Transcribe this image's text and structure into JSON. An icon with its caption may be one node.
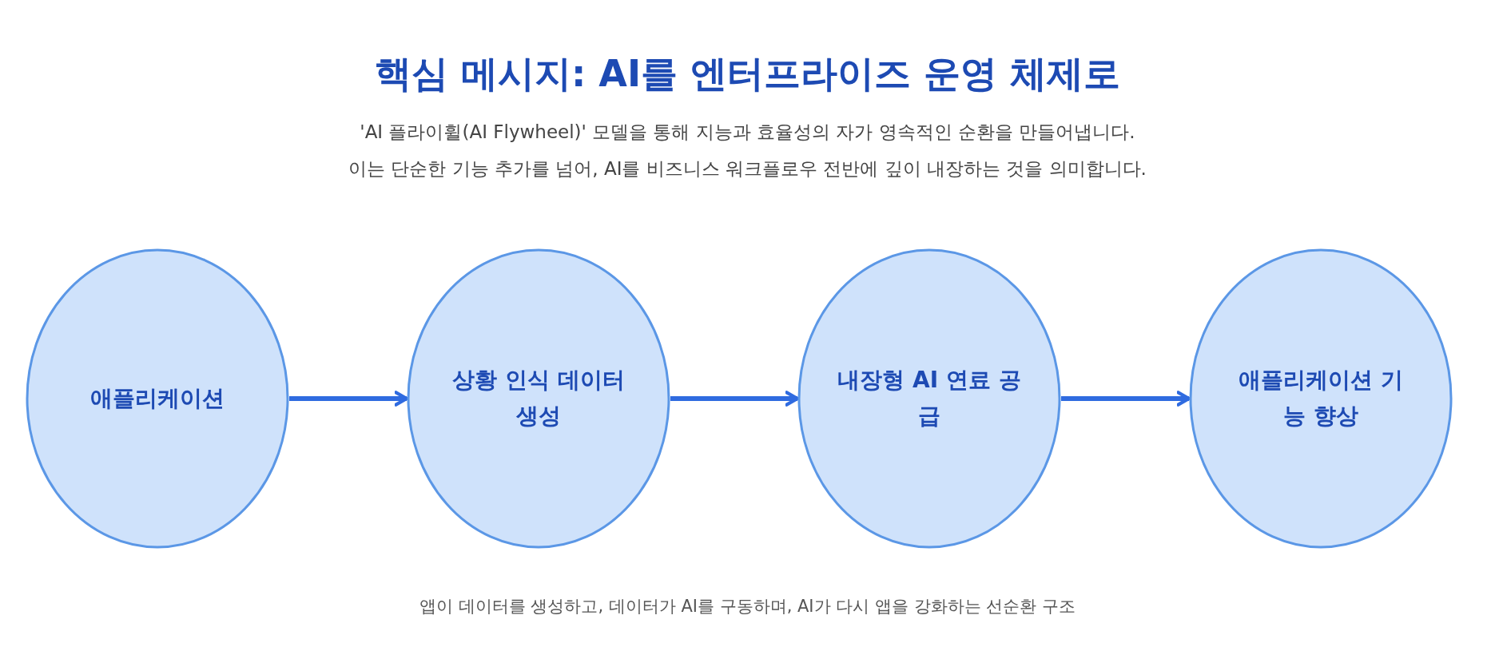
{
  "diagram": {
    "title": "핵심 메시지: AI를 엔터프라이즈 운영 체제로",
    "caption": "앱이 데이터를 생성하고, 데이터가 AI를 구동하며, AI가 다시 앱을 강화하는 선순환 구조",
    "nodes": [
      {
        "text": [
          "애플리케이션"
        ]
      },
      {
        "text": [
          "상황 인식 데이터 생성"
        ]
      },
      {
        "text": [
          "내장형 AI 연료 공급"
        ]
      },
      {
        "text": [
          "애플리케이션 기능 향상"
        ]
      }
    ],
    "edges": [
      {
        "from": 0,
        "to": 1,
        "arrow": "to"
      },
      {
        "from": 1,
        "to": 2,
        "arrow": "to"
      },
      {
        "from": 2,
        "to": 3,
        "arrow": "to"
      }
    ],
    "labels": [
      "'AI 플라이휠(AI Flywheel)' 모델을 통해 지능과 효율성의 자가 영속적인 순환을 만들어냅니다.",
      "이는 단순한 기능 추가를 넘어, AI를 비즈니스 워크플로우 전반에 깊이 내장하는 것을 의미합니다."
    ]
  }
}
